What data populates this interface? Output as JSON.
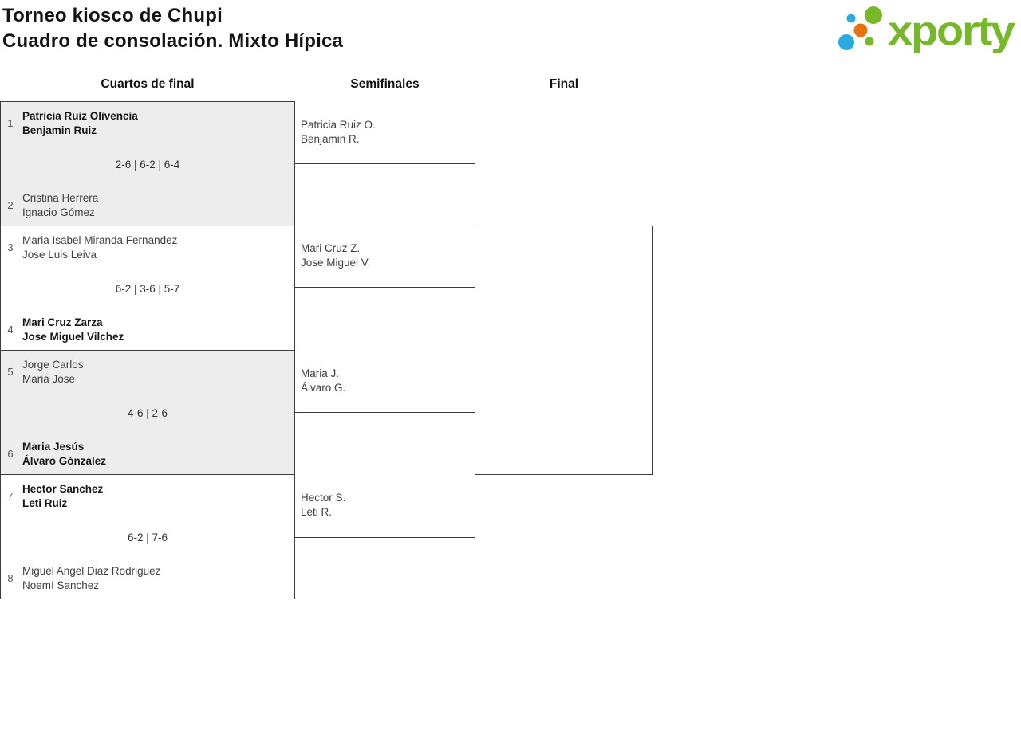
{
  "header": {
    "title_line1": "Torneo kiosco de Chupi",
    "title_line2": "Cuadro de consolación. Mixto Hípica"
  },
  "logo": {
    "wordmark": "xporty"
  },
  "colors": {
    "brand-green": "#76B82A",
    "brand-blue": "#29ABE2",
    "brand-orange": "#E8720C",
    "box-border": "#3D3D3D",
    "box-alt-bg": "#EDEDED",
    "text-dark": "#161616",
    "text-regular": "#3F3F3F",
    "seed-gray": "#555555"
  },
  "rounds": {
    "quarterfinals": "Cuartos de final",
    "semifinals": "Semifinales",
    "final": "Final"
  },
  "quarterfinals": [
    {
      "seed_top": "1",
      "top_line1": "Patricia Ruiz Olivencia",
      "top_line2": "Benjamin Ruiz",
      "top_winner": true,
      "score": "2-6 | 6-2 | 6-4",
      "seed_bottom": "2",
      "bottom_line1": "Cristina Herrera",
      "bottom_line2": "Ignacio Gómez",
      "bottom_winner": false
    },
    {
      "seed_top": "3",
      "top_line1": "Maria Isabel Miranda Fernandez",
      "top_line2": "Jose Luis Leiva",
      "top_winner": false,
      "score": "6-2 | 3-6 | 5-7",
      "seed_bottom": "4",
      "bottom_line1": "Mari Cruz Zarza",
      "bottom_line2": "Jose Miguel Vilchez",
      "bottom_winner": true
    },
    {
      "seed_top": "5",
      "top_line1": "Jorge Carlos",
      "top_line2": "Maria Jose",
      "top_winner": false,
      "score": "4-6 | 2-6",
      "seed_bottom": "6",
      "bottom_line1": "Maria Jesús",
      "bottom_line2": "Álvaro Gónzalez",
      "bottom_winner": true
    },
    {
      "seed_top": "7",
      "top_line1": "Hector Sanchez",
      "top_line2": "Leti Ruiz",
      "top_winner": true,
      "score": "6-2 | 7-6",
      "seed_bottom": "8",
      "bottom_line1": "Miguel Angel Diaz Rodriguez",
      "bottom_line2": "Noemí Sanchez",
      "bottom_winner": false
    }
  ],
  "semifinals": [
    {
      "top_line1": "Patricia Ruiz O.",
      "top_line2": "Benjamin R.",
      "bottom_line1": "Mari Cruz Z.",
      "bottom_line2": "Jose Miguel V."
    },
    {
      "top_line1": "Maria J.",
      "top_line2": "Álvaro G.",
      "bottom_line1": "Hector S.",
      "bottom_line2": "Leti R."
    }
  ]
}
